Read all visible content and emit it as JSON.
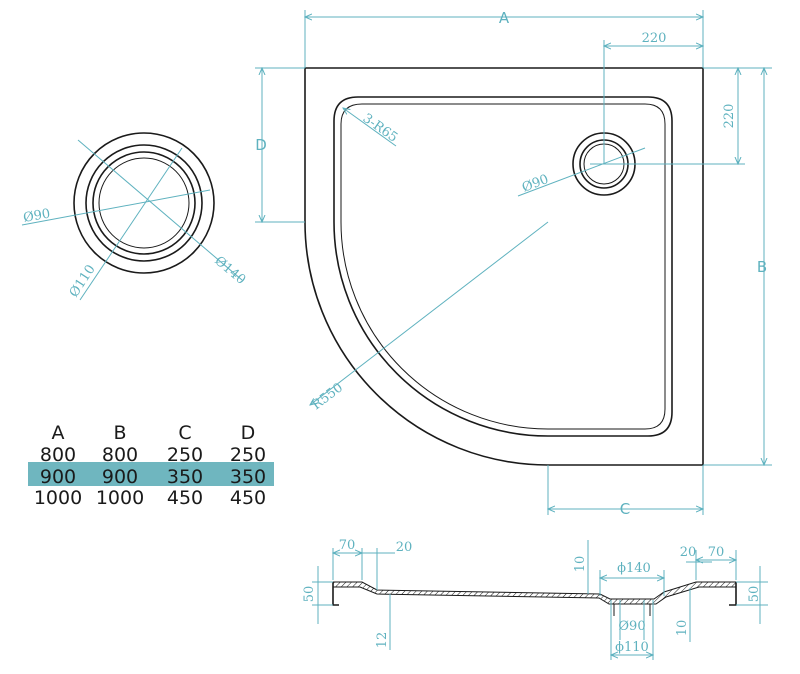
{
  "plan": {
    "letter_a": "A",
    "letter_b": "B",
    "letter_c": "C",
    "letter_d": "D",
    "dim_220_top": "220",
    "dim_220_side": "220",
    "drain_dia": "Ø90",
    "corner_radius": "3-R65",
    "radius": "R550"
  },
  "drain_detail": {
    "d90": "Ø90",
    "d110": "Ø110",
    "d140": "Ø140"
  },
  "size_table": {
    "headers": [
      "A",
      "B",
      "C",
      "D"
    ],
    "rows": [
      [
        "800",
        "800",
        "250",
        "250"
      ],
      [
        "900",
        "900",
        "350",
        "350"
      ],
      [
        "1000",
        "1000",
        "450",
        "450"
      ]
    ],
    "highlight_color": "#6fb6bf"
  },
  "section": {
    "w70_left": "70",
    "w20_left": "20",
    "h10_top": "10",
    "d140": "ϕ140",
    "w20_right": "20",
    "w70_right": "70",
    "h50_left": "50",
    "h50_right": "50",
    "h12": "12",
    "d90": "Ø90",
    "h10_bottom": "10",
    "d110": "ϕ110"
  },
  "colors": {
    "dimension": "#5fb2bf",
    "outline": "#1a1a1a"
  }
}
